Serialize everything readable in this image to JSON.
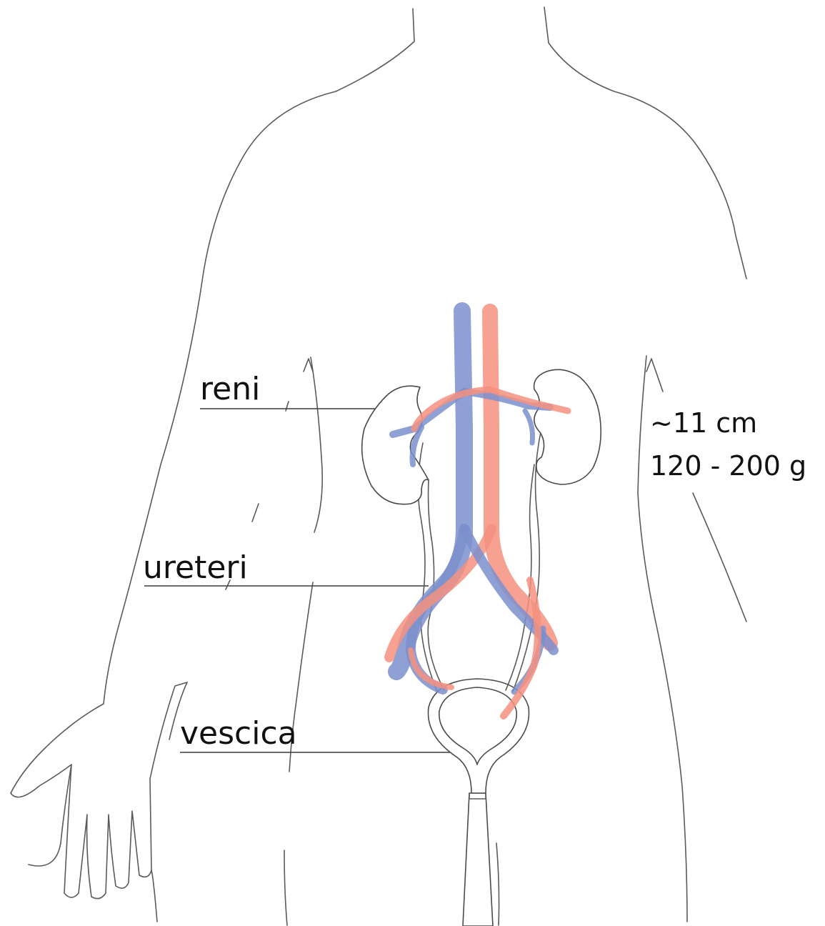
{
  "labels": {
    "kidneys": "reni",
    "ureters": "ureteri",
    "bladder": "vescica"
  },
  "info": {
    "size": "~11 cm",
    "weight": "120 - 200 g"
  },
  "colors": {
    "vein": "#7b8fcc",
    "artery": "#f4917f",
    "outline": "#5a5a5a"
  }
}
